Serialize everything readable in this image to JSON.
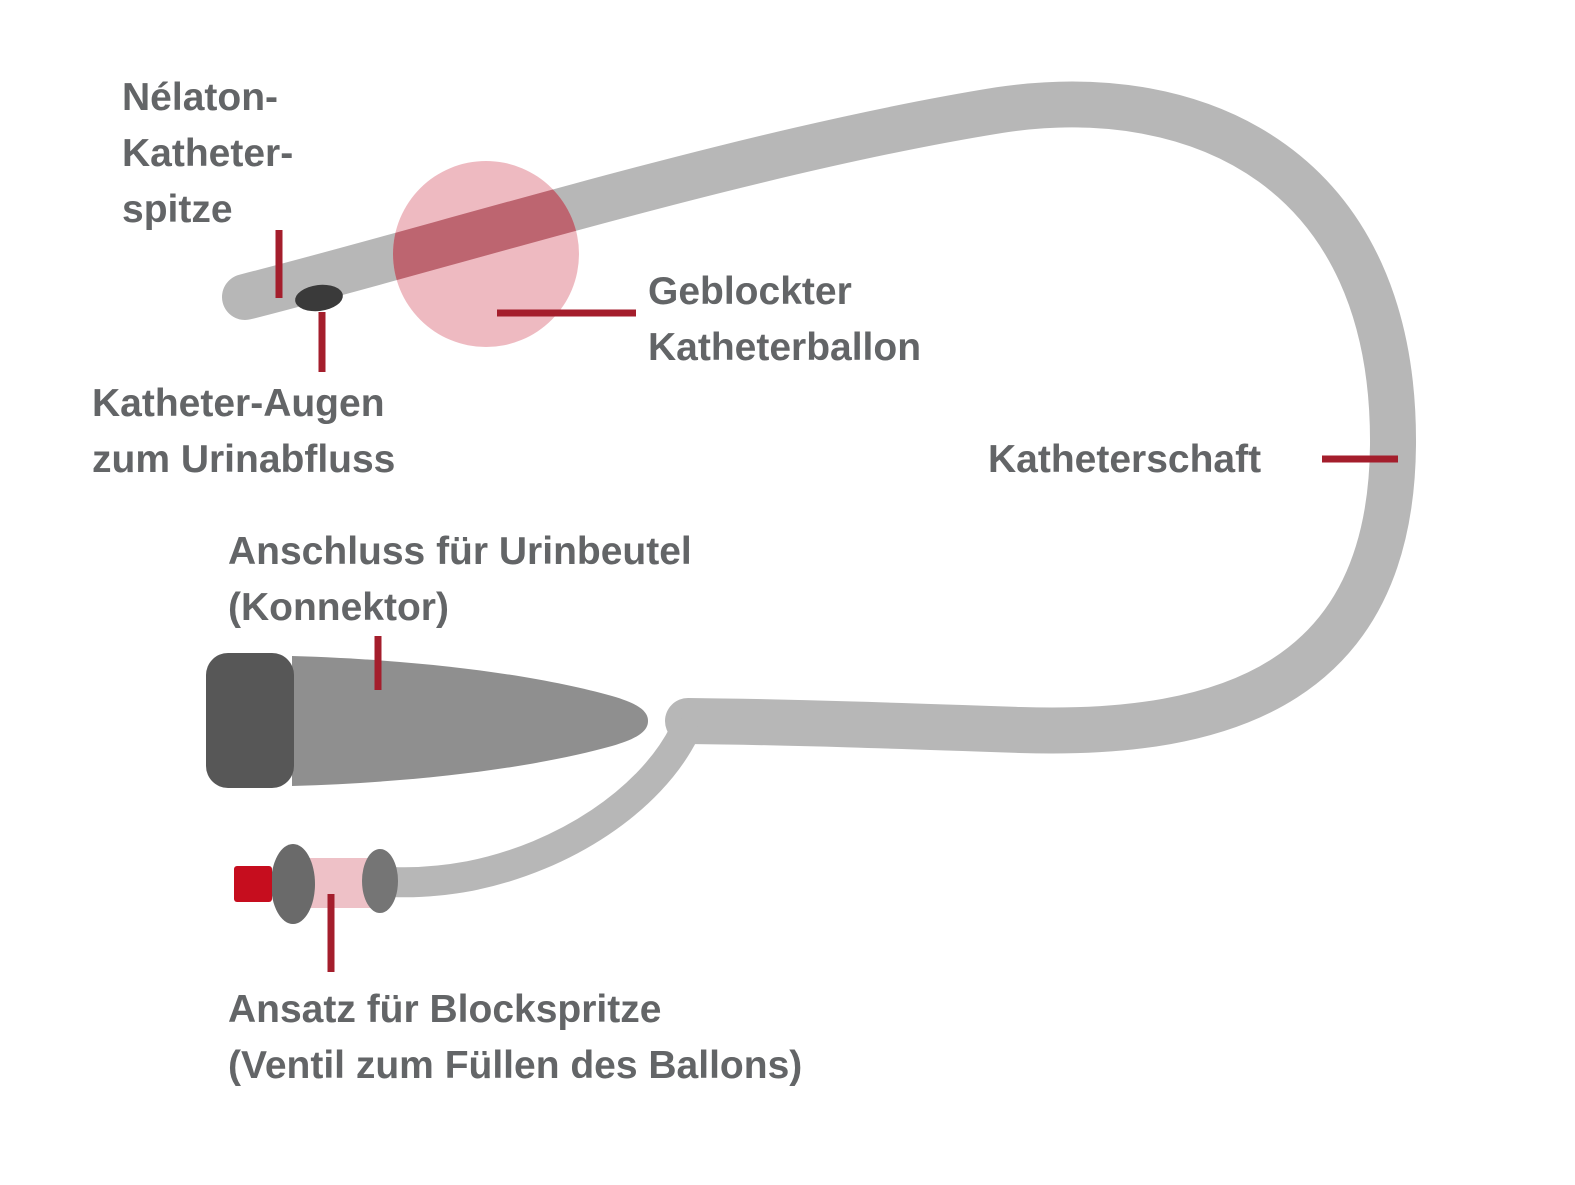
{
  "figure": {
    "type": "labeled-diagram",
    "subject": "Ballonkatheter mit beschrifteten Bauteilen"
  },
  "labels": {
    "tip": {
      "lines": [
        "Nélaton-",
        "Katheter-",
        "spitze"
      ]
    },
    "eyes": {
      "lines": [
        "Katheter-Augen",
        "zum Urinabfluss"
      ]
    },
    "balloon": {
      "lines": [
        "Geblockter",
        "Katheterballon"
      ]
    },
    "shaft": {
      "lines": [
        "Katheterschaft"
      ]
    },
    "connector": {
      "lines": [
        "Anschluss für Urinbeutel",
        "(Konnektor)"
      ]
    },
    "valve": {
      "lines": [
        "Ansatz für Blockspritze",
        "(Ventil zum Füllen des Ballons)"
      ]
    }
  },
  "colors": {
    "background": "#ffffff",
    "tube": "#b7b7b7",
    "funnel": "#8f8f8f",
    "funnel_cap": "#575757",
    "catheter_eye": "#3a3a3a",
    "balloon_fill": "#ecb2ba",
    "balloon_tube_overlap": "#bd6570",
    "valve_red": "#c60d1e",
    "valve_pink": "#eec1c7",
    "valve_collar_large": "#6a6a6a",
    "valve_collar_small": "#757575",
    "pointer_line": "#a41e2c",
    "label_text": "#636567"
  }
}
